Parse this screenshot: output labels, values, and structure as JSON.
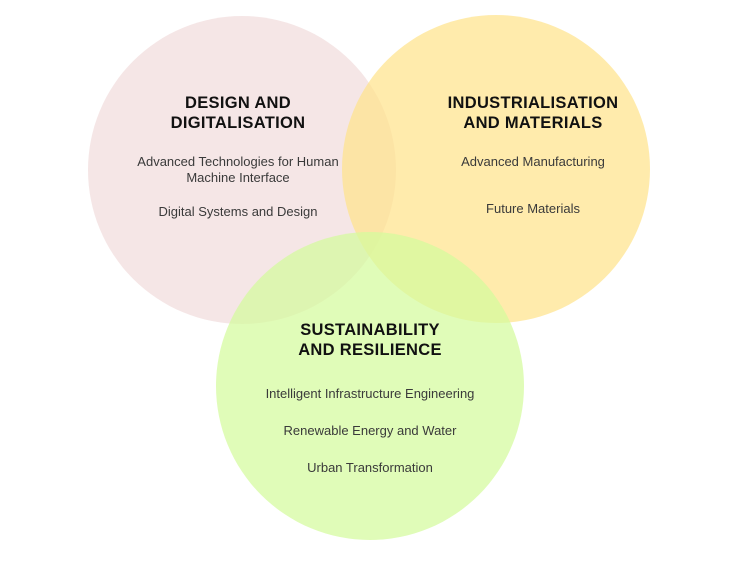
{
  "diagram": {
    "type": "venn",
    "circles": [
      {
        "id": "design",
        "color": "#f3e0e0",
        "heading_lines": [
          "DESIGN AND",
          "DIGITALISATION"
        ],
        "items": [
          {
            "lines": [
              "Advanced Technologies for Human",
              "Machine Interface"
            ]
          },
          {
            "lines": [
              "Digital Systems and Design"
            ]
          }
        ]
      },
      {
        "id": "industrialisation",
        "color": "#ffe38c",
        "heading_lines": [
          "INDUSTRIALISATION",
          "AND MATERIALS"
        ],
        "items": [
          {
            "lines": [
              "Advanced Manufacturing"
            ]
          },
          {
            "lines": [
              "Future Materials"
            ]
          }
        ]
      },
      {
        "id": "sustainability",
        "color": "#d4fb9c",
        "heading_lines": [
          "SUSTAINABILITY",
          "AND RESILIENCE"
        ],
        "items": [
          {
            "lines": [
              "Intelligent Infrastructure Engineering"
            ]
          },
          {
            "lines": [
              "Renewable Energy and Water"
            ]
          },
          {
            "lines": [
              "Urban Transformation"
            ]
          }
        ]
      }
    ]
  }
}
